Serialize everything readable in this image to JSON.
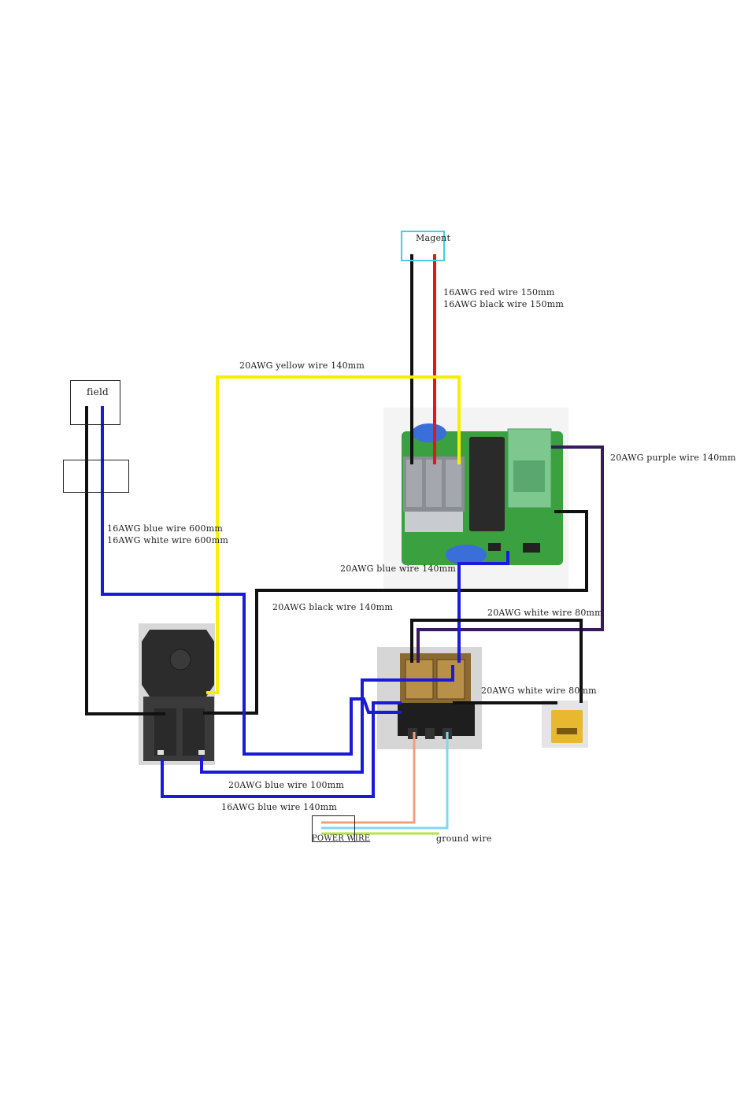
{
  "components": {
    "magnet_label": "Magent",
    "field_label": "field",
    "power_label": "POWER WIRE"
  },
  "labels": {
    "red_wire": "16AWG red wire    150mm",
    "black_wire_150": "16AWG black wire 150mm",
    "yellow_wire": "20AWG yellow wire    140mm",
    "purple_wire": "20AWG purple wire 140mm",
    "blue_600": "16AWG blue wire   600mm",
    "white_600": "16AWG white wire 600mm",
    "blue_140_top": "20AWG blue wire    140mm",
    "black_140": "20AWG black wire    140mm",
    "white_80_a": "20AWG white wire 80mm",
    "white_80_b": "20AWG white wire 80mm",
    "blue_100": "20AWG blue wire 100mm",
    "blue_140_bottom": "16AWG blue wire 140mm",
    "ground_wire": "ground wire"
  },
  "colors": {
    "black": "#111111",
    "red": "#e01818",
    "yellow": "#f5f000",
    "blue": "#1a1ad8",
    "purple": "#3a1a5a",
    "salmon": "#f0a080",
    "lightblue": "#80d8f0",
    "ground": "#b8e04a",
    "magnet_box": "#40d0e0"
  }
}
